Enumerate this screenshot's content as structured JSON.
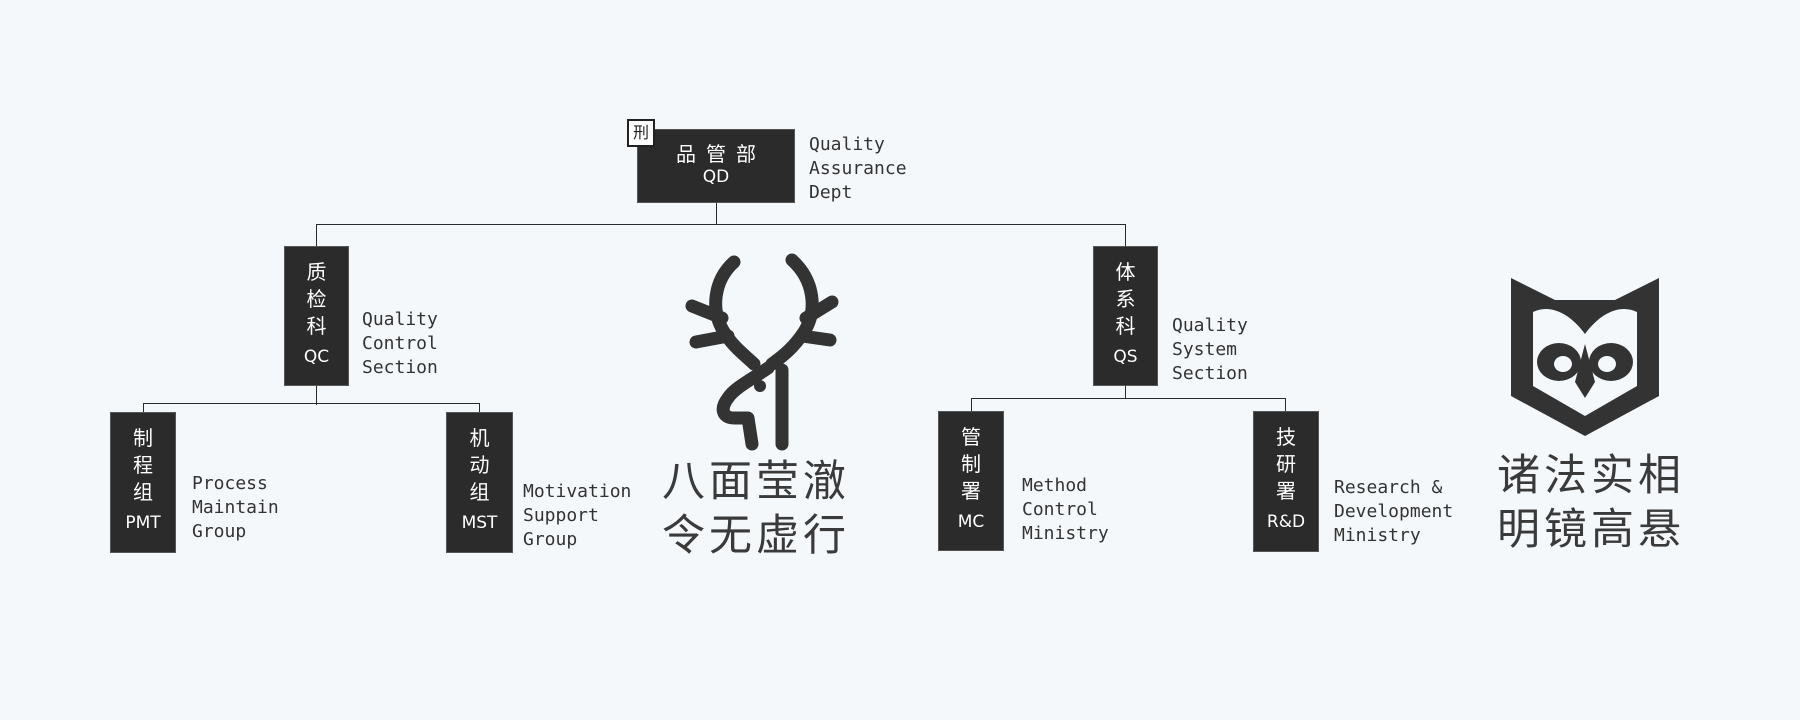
{
  "root": {
    "cn": "品管部",
    "abbr": "QD",
    "desc": [
      "Quality",
      "Assurance",
      "Dept"
    ],
    "stamp": "刑"
  },
  "qc": {
    "cn": [
      "质",
      "检",
      "科"
    ],
    "abbr": "QC",
    "desc": [
      "Quality",
      "Control",
      "Section"
    ],
    "children": [
      {
        "cn": [
          "制",
          "程",
          "组"
        ],
        "abbr": "PMT",
        "desc": [
          "Process",
          "Maintain",
          "Group"
        ]
      },
      {
        "cn": [
          "机",
          "动",
          "组"
        ],
        "abbr": "MST",
        "desc": [
          "Motivation",
          "Support",
          "Group"
        ]
      }
    ]
  },
  "qs": {
    "cn": [
      "体",
      "系",
      "科"
    ],
    "abbr": "QS",
    "desc": [
      "Quality",
      "System",
      "Section"
    ],
    "children": [
      {
        "cn": [
          "管",
          "制",
          "署"
        ],
        "abbr": "MC",
        "desc": [
          "Method",
          "Control",
          "Ministry"
        ]
      },
      {
        "cn": [
          "技",
          "研",
          "署"
        ],
        "abbr": "R&D",
        "desc": [
          "Research &",
          "Development",
          "Ministry"
        ]
      }
    ]
  },
  "poem_left": [
    "八面莹澈",
    "令无虚行"
  ],
  "poem_right": [
    "诸法实相",
    "明镜高悬"
  ],
  "icons": {
    "left": "deer-icon",
    "right": "owl-icon"
  },
  "colors": {
    "box": "#2b2b2b",
    "text": "#333333",
    "background": "#f5f8fb"
  }
}
